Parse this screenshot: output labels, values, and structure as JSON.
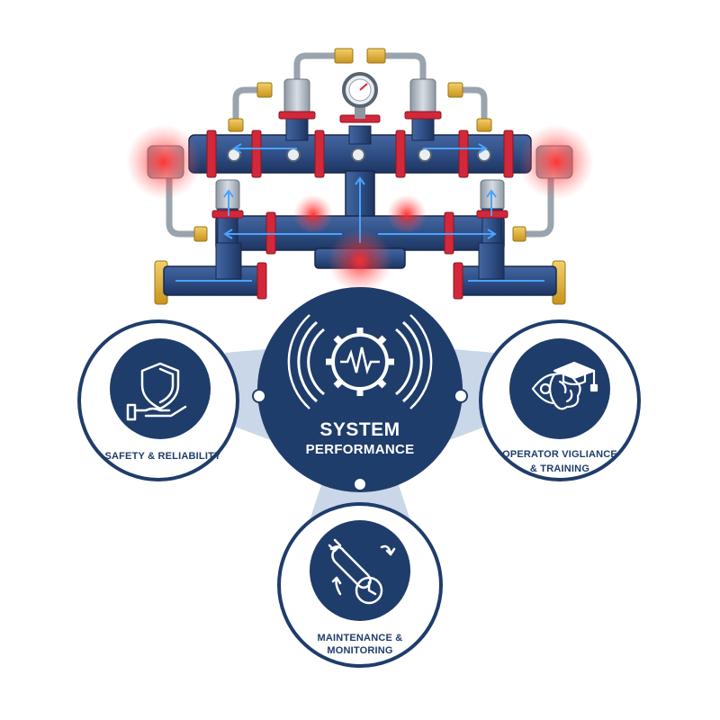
{
  "hub": {
    "title": "SYSTEM",
    "subtitle": "PERFORMANCE",
    "icon": "gear-waveform-icon"
  },
  "pillars": [
    {
      "id": "safety",
      "label_lines": [
        "SAFETY & RELIABILITY"
      ],
      "icon": "shield-hand-icon"
    },
    {
      "id": "operator",
      "label_lines": [
        "OPERATOR VIGLIANCE",
        "& TRAINING"
      ],
      "icon": "eye-brain-graduation-cap-icon"
    },
    {
      "id": "maintenance",
      "label_lines": [
        "MAINTENANCE &",
        "MONITORING"
      ],
      "icon": "wrench-clock-icon"
    }
  ],
  "colors": {
    "navy": "#1f3d6b",
    "pipe": "#2f4f86",
    "pipe_dark": "#1e3560",
    "flange_red": "#d2283a",
    "brass": "#e3b23c",
    "steel": "#b9c0c8",
    "flow_arrow": "#4aa3ff",
    "alert_red": "#ff2d2d",
    "connector": "#c4d3e6"
  },
  "alerts_count": 5
}
